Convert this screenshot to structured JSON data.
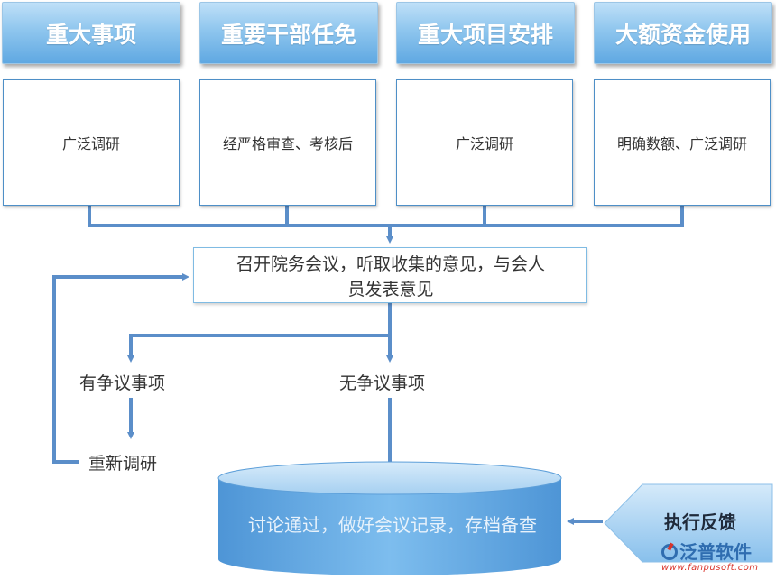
{
  "headers": [
    "重大事项",
    "重要干部任免",
    "重大项目安排",
    "大额资金使用"
  ],
  "boxes": [
    "广泛调研",
    "经严格审查、考核后",
    "广泛调研",
    "明确数额、广泛调研"
  ],
  "meeting": {
    "line1": "召开院务会议，听取收集的意见，与会人",
    "line2": "员发表意见"
  },
  "branches": {
    "disputed": "有争议事项",
    "undisputed": "无争议事项",
    "reresearch": "重新调研"
  },
  "record": "讨论通过，做好会议记录，存档备查",
  "feedback": "执行反馈",
  "logo": {
    "name": "泛普软件",
    "url": "www.fanpusoft.com",
    "brand_color": "#2f6db0",
    "accent_color": "#d9342b"
  },
  "colors": {
    "header_top": "#bfe0f8",
    "header_bottom": "#5fa8e2",
    "arrow": "#5b8ec9",
    "box_border": "#4e8fc7",
    "cylinder": "#6aaee4"
  }
}
